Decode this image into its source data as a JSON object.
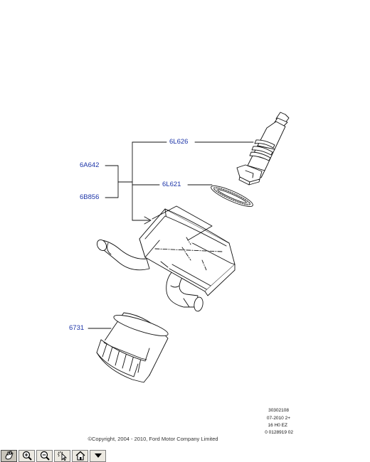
{
  "diagram": {
    "labels": [
      {
        "id": "6L626",
        "text": "6L626"
      },
      {
        "id": "6A642",
        "text": "6A642"
      },
      {
        "id": "6L621",
        "text": "6L621"
      },
      {
        "id": "6B856",
        "text": "6B856"
      },
      {
        "id": "6731",
        "text": "6731"
      }
    ],
    "reference_codes": [
      "30302108",
      "07-2010 2+",
      "16 H0 EZ",
      "0 0128919 02"
    ],
    "copyright": "©Copyright, 2004 - 2010, Ford Motor Company Limited"
  },
  "toolbar": {
    "buttons": [
      {
        "icon": "pan-hand-icon",
        "active": true
      },
      {
        "icon": "zoom-in-icon",
        "active": false
      },
      {
        "icon": "zoom-out-icon",
        "active": false
      },
      {
        "icon": "select-pointer-icon",
        "active": false
      },
      {
        "icon": "home-icon",
        "active": false
      },
      {
        "icon": "dropdown-arrow-icon",
        "active": false
      }
    ]
  }
}
